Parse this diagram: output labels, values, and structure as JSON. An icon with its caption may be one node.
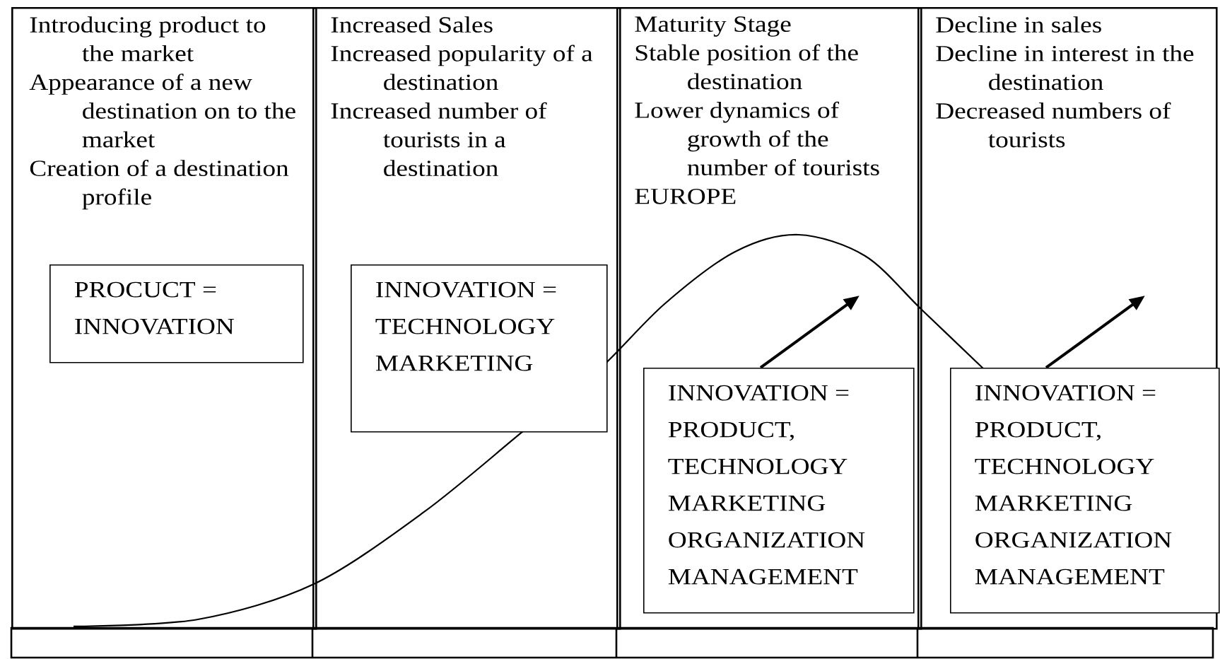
{
  "diagram": {
    "nodes": [
      {
        "text": [
          "Introducing product to the market",
          "Appearance of a new destination on to the market",
          "Creation of a destination profile"
        ]
      },
      {
        "text": [
          "PROCUCT = INNOVATION"
        ],
        "in": 0
      },
      {
        "text": [
          "Increased Sales",
          "Increased popularity of a destination",
          "Increased number of tourists in a destination"
        ]
      },
      {
        "text": [
          "INNOVATION = TECHNOLOGY MARKETING"
        ],
        "in": 2
      },
      {
        "text": [
          "Maturity Stage",
          "Stable position of the destination",
          "Lower dynamics of growth of the number of tourists",
          "EUROPE"
        ]
      },
      {
        "text": [
          "INNOVATION = PRODUCT, TECHNOLOGY MARKETING ORGANIZATION MANAGEMENT"
        ],
        "in": 4
      },
      {
        "text": [
          "Decline in sales",
          "Decline in interest in the destination",
          "Decreased numbers of tourists"
        ]
      },
      {
        "text": [
          "INNOVATION = PRODUCT, TECHNOLOGY MARKETING ORGANIZATION MANAGEMENT"
        ],
        "in": 6
      }
    ],
    "edges": [
      {
        "from": 5,
        "to": null,
        "arrow": "to"
      },
      {
        "from": 7,
        "to": null,
        "arrow": "to"
      }
    ]
  }
}
